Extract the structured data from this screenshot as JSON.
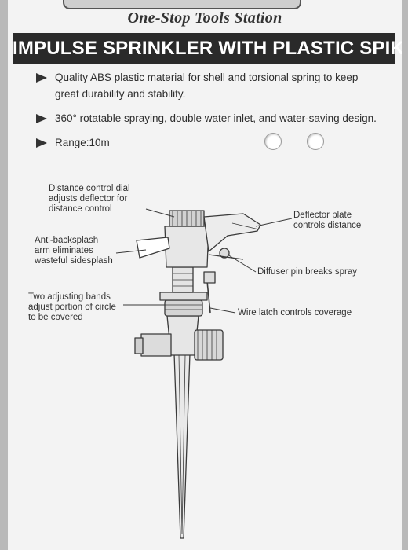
{
  "header": {
    "tagline": "One-Stop Tools Station",
    "banner_title": "IMPULSE SPRINKLER WITH PLASTIC SPIKE"
  },
  "features": [
    "Quality ABS plastic material for shell and torsional spring to keep great durability and stability.",
    "360° rotatable spraying, double water inlet, and water-saving design.",
    "Range:10m"
  ],
  "callouts": {
    "distance_dial": "Distance control dial\nadjusts deflector for\ndistance control",
    "deflector_plate": "Deflector plate\ncontrols distance",
    "anti_backsplash": "Anti-backsplash\narm eliminates\nwasteful sidesplash",
    "diffuser_pin": "Diffuser pin breaks spray",
    "adjusting_bands": "Two adjusting bands\nadjust portion of circle\nto be covered",
    "wire_latch": "Wire latch controls coverage"
  },
  "icons": {
    "bullet": "triangle-arrow-icon",
    "hang_holes": "punch-hole-icon"
  },
  "colors": {
    "banner_bg": "#2a2a2a",
    "banner_text": "#ffffff",
    "card_bg": "#f3f3f3",
    "text": "#2e2e2e"
  }
}
